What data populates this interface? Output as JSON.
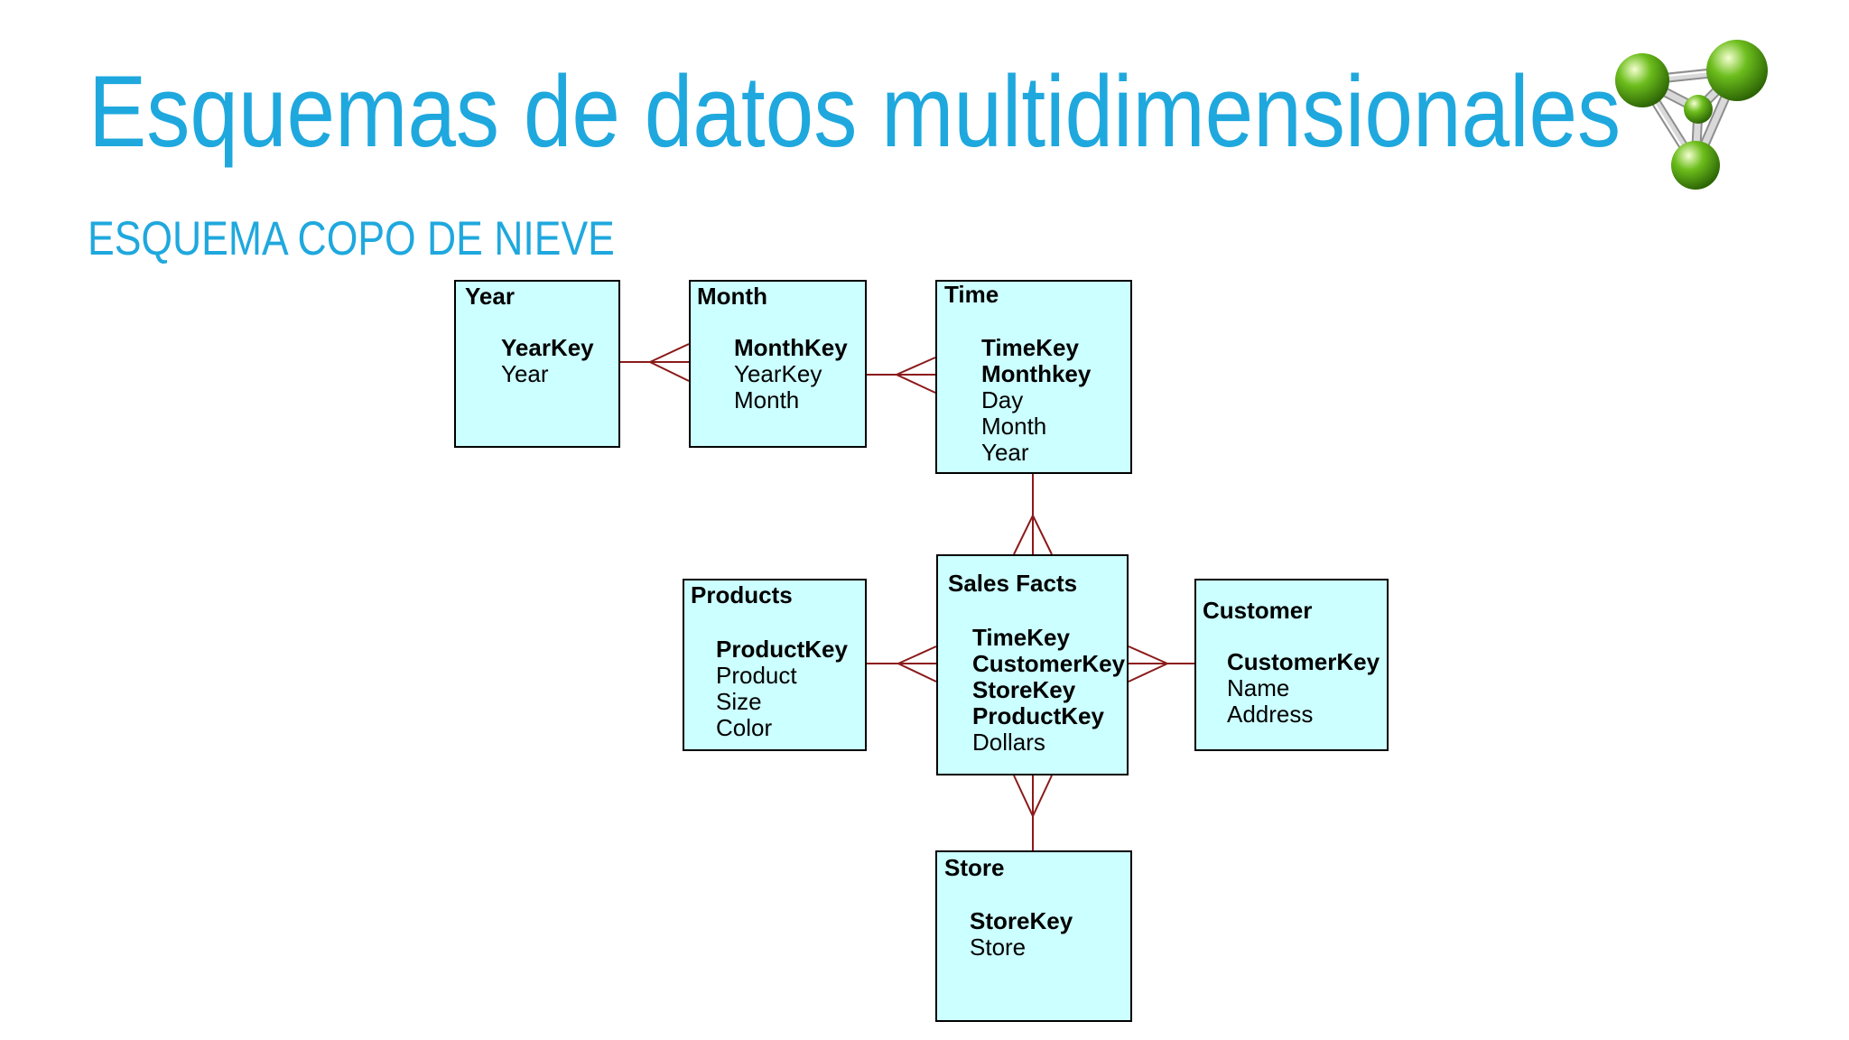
{
  "slide": {
    "title": "Esquemas de datos multidimensionales",
    "subtitle": "ESQUEMA COPO DE NIEVE",
    "logo_icon": "molecule-logo"
  },
  "diagram": {
    "tables": [
      {
        "name": "Year",
        "attributes": [
          {
            "label": "YearKey",
            "key": true
          },
          {
            "label": "Year",
            "key": false
          }
        ]
      },
      {
        "name": "Month",
        "attributes": [
          {
            "label": "MonthKey",
            "key": true
          },
          {
            "label": "YearKey",
            "key": false
          },
          {
            "label": "Month",
            "key": false
          }
        ]
      },
      {
        "name": "Time",
        "attributes": [
          {
            "label": "TimeKey",
            "key": true
          },
          {
            "label": "Monthkey",
            "key": true
          },
          {
            "label": "Day",
            "key": false
          },
          {
            "label": "Month",
            "key": false
          },
          {
            "label": "Year",
            "key": false
          }
        ]
      },
      {
        "name": "Products",
        "attributes": [
          {
            "label": "ProductKey",
            "key": true
          },
          {
            "label": "Product",
            "key": false
          },
          {
            "label": "Size",
            "key": false
          },
          {
            "label": "Color",
            "key": false
          }
        ]
      },
      {
        "name": "Sales Facts",
        "attributes": [
          {
            "label": "TimeKey",
            "key": true
          },
          {
            "label": "CustomerKey",
            "key": true
          },
          {
            "label": "StoreKey",
            "key": true
          },
          {
            "label": "ProductKey",
            "key": true
          },
          {
            "label": "Dollars",
            "key": false
          }
        ]
      },
      {
        "name": "Customer",
        "attributes": [
          {
            "label": "CustomerKey",
            "key": true
          },
          {
            "label": "Name",
            "key": false
          },
          {
            "label": "Address",
            "key": false
          }
        ]
      },
      {
        "name": "Store",
        "attributes": [
          {
            "label": "StoreKey",
            "key": true
          },
          {
            "label": "Store",
            "key": false
          }
        ]
      }
    ]
  },
  "colors": {
    "accent": "#1fa8de",
    "table_fill": "#ccffff",
    "table_border": "#000000",
    "table_text": "#000000",
    "connector": "#8b1a1a",
    "logo_sphere": "#6cbd1c",
    "logo_frame": "#d9d9d9"
  }
}
